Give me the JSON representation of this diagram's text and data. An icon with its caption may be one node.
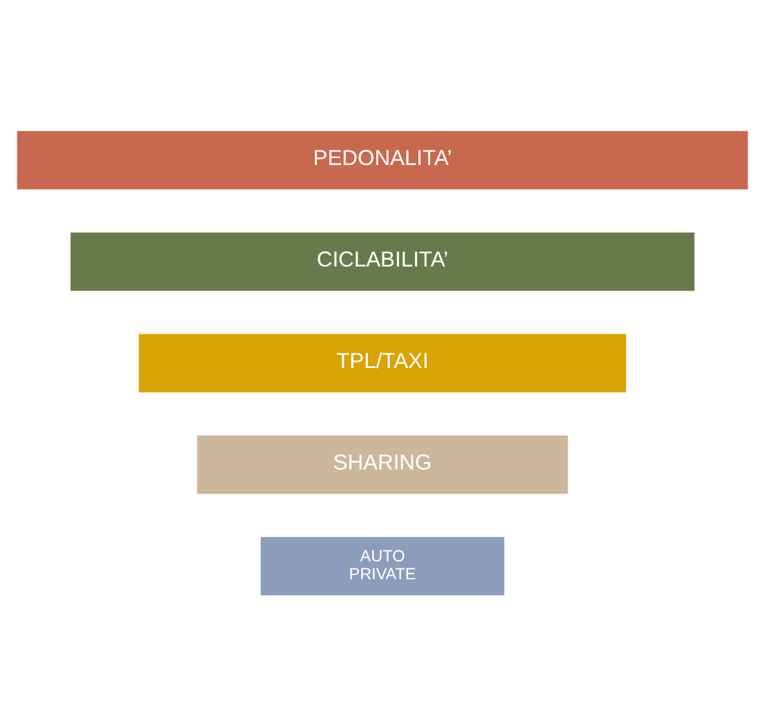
{
  "diagram": {
    "nodes": [
      {
        "text": [
          "PEDONALITA’"
        ]
      },
      {
        "text": [
          "CICLABILITA’"
        ]
      },
      {
        "text": [
          "TPL/TAXI"
        ]
      },
      {
        "text": [
          "SHARING"
        ]
      },
      {
        "text": [
          "AUTO PRIVATE"
        ]
      }
    ],
    "edges": []
  }
}
